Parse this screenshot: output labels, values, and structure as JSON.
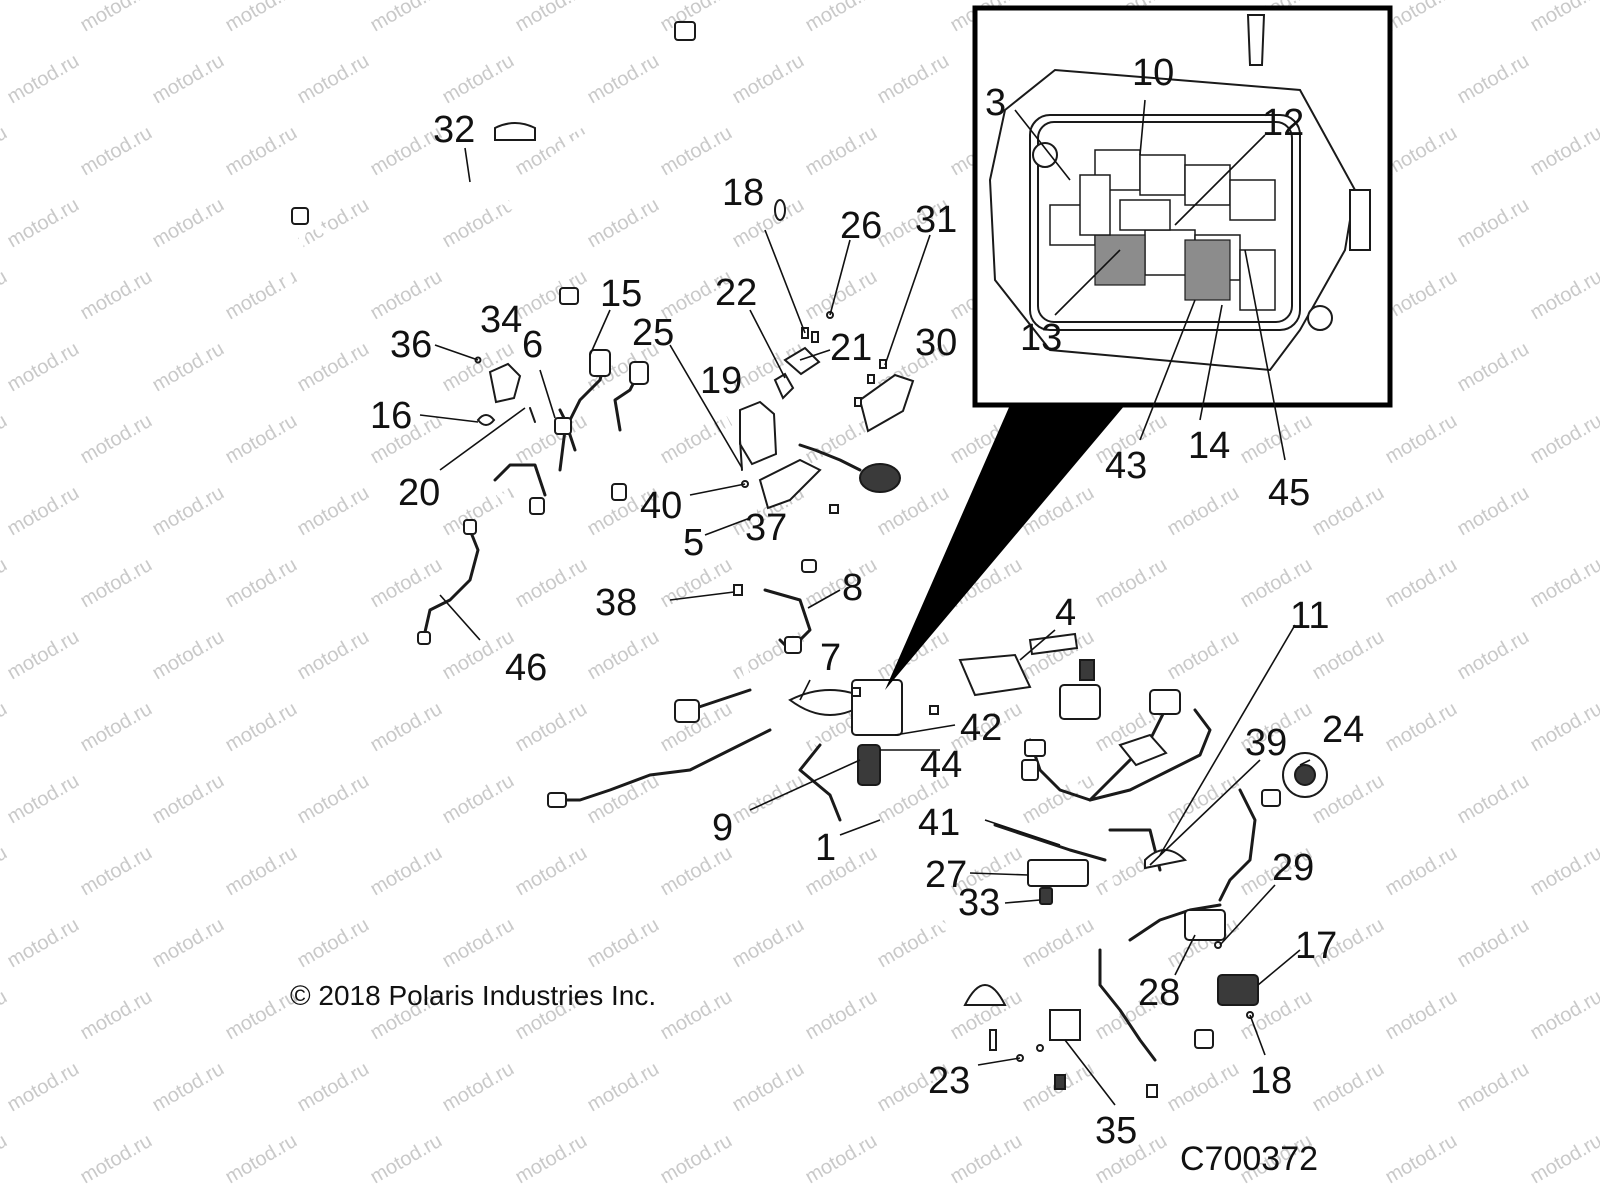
{
  "watermark": "motod.ru",
  "copyright": "© 2018 Polaris Industries Inc.",
  "figure_code": "C700372",
  "callouts": {
    "c1": "1",
    "c3": "3",
    "c4": "4",
    "c5": "5",
    "c6": "6",
    "c7": "7",
    "c8": "8",
    "c9": "9",
    "c10": "10",
    "c11": "11",
    "c12": "12",
    "c13": "13",
    "c14": "14",
    "c15": "15",
    "c16": "16",
    "c17": "17",
    "c18a": "18",
    "c18b": "18",
    "c19": "19",
    "c20": "20",
    "c21": "21",
    "c22": "22",
    "c23": "23",
    "c24": "24",
    "c25": "25",
    "c26": "26",
    "c27": "27",
    "c28": "28",
    "c29": "29",
    "c30": "30",
    "c31": "31",
    "c32": "32",
    "c33": "33",
    "c34": "34",
    "c35": "35",
    "c36": "36",
    "c37": "37",
    "c38": "38",
    "c39": "39",
    "c40": "40",
    "c41": "41",
    "c42": "42",
    "c43": "43",
    "c44": "44",
    "c45": "45",
    "c46": "46"
  }
}
